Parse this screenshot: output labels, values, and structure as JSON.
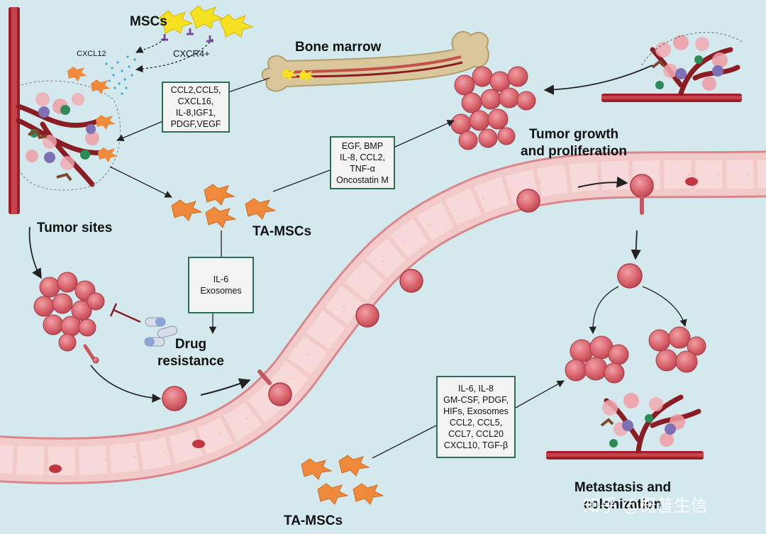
{
  "labels": {
    "mscs": "MSCs",
    "cxcl12": "CXCL12",
    "cxcr4": "CXCR4+",
    "bone_marrow": "Bone marrow",
    "tumor_sites": "Tumor sites",
    "ta_mscs_1": "TA-MSCs",
    "ta_mscs_2": "TA-MSCs",
    "tumor_growth": [
      "Tumor growth",
      "and proliferation"
    ],
    "drug_resistance": [
      "Drug",
      "resistance"
    ],
    "metastasis": [
      "Metastasis and",
      "colonization"
    ]
  },
  "boxes": {
    "chemokines": [
      "CCL2,CCL5,",
      "CXCL16,",
      "IL-8,IGF1,",
      "PDGF,VEGF"
    ],
    "growth_factors": [
      "EGF, BMP",
      "IL-8, CCL2,",
      "TNF-α",
      "Oncostatin M"
    ],
    "resistance_factors": [
      "IL-6",
      "Exosomes"
    ],
    "metastasis_factors": [
      "IL-6, IL-8",
      "GM-CSF, PDGF,",
      "HIFs, Exosomes",
      "CCL2, CCL5,",
      "CCL7, CCL20",
      "CXCL10, TGF-β"
    ]
  },
  "watermark": "知乎 @概普生信",
  "colors": {
    "background": "#d4e9ee",
    "vessel": "#f2c4c4",
    "vessel_wall": "#d9868c",
    "tumor_cell": "#d96b72",
    "msc": "#f5e022",
    "ta_msc": "#ef8a3c",
    "box_border": "#2f6b55",
    "blood_vessel_dark": "#8a1c24"
  }
}
